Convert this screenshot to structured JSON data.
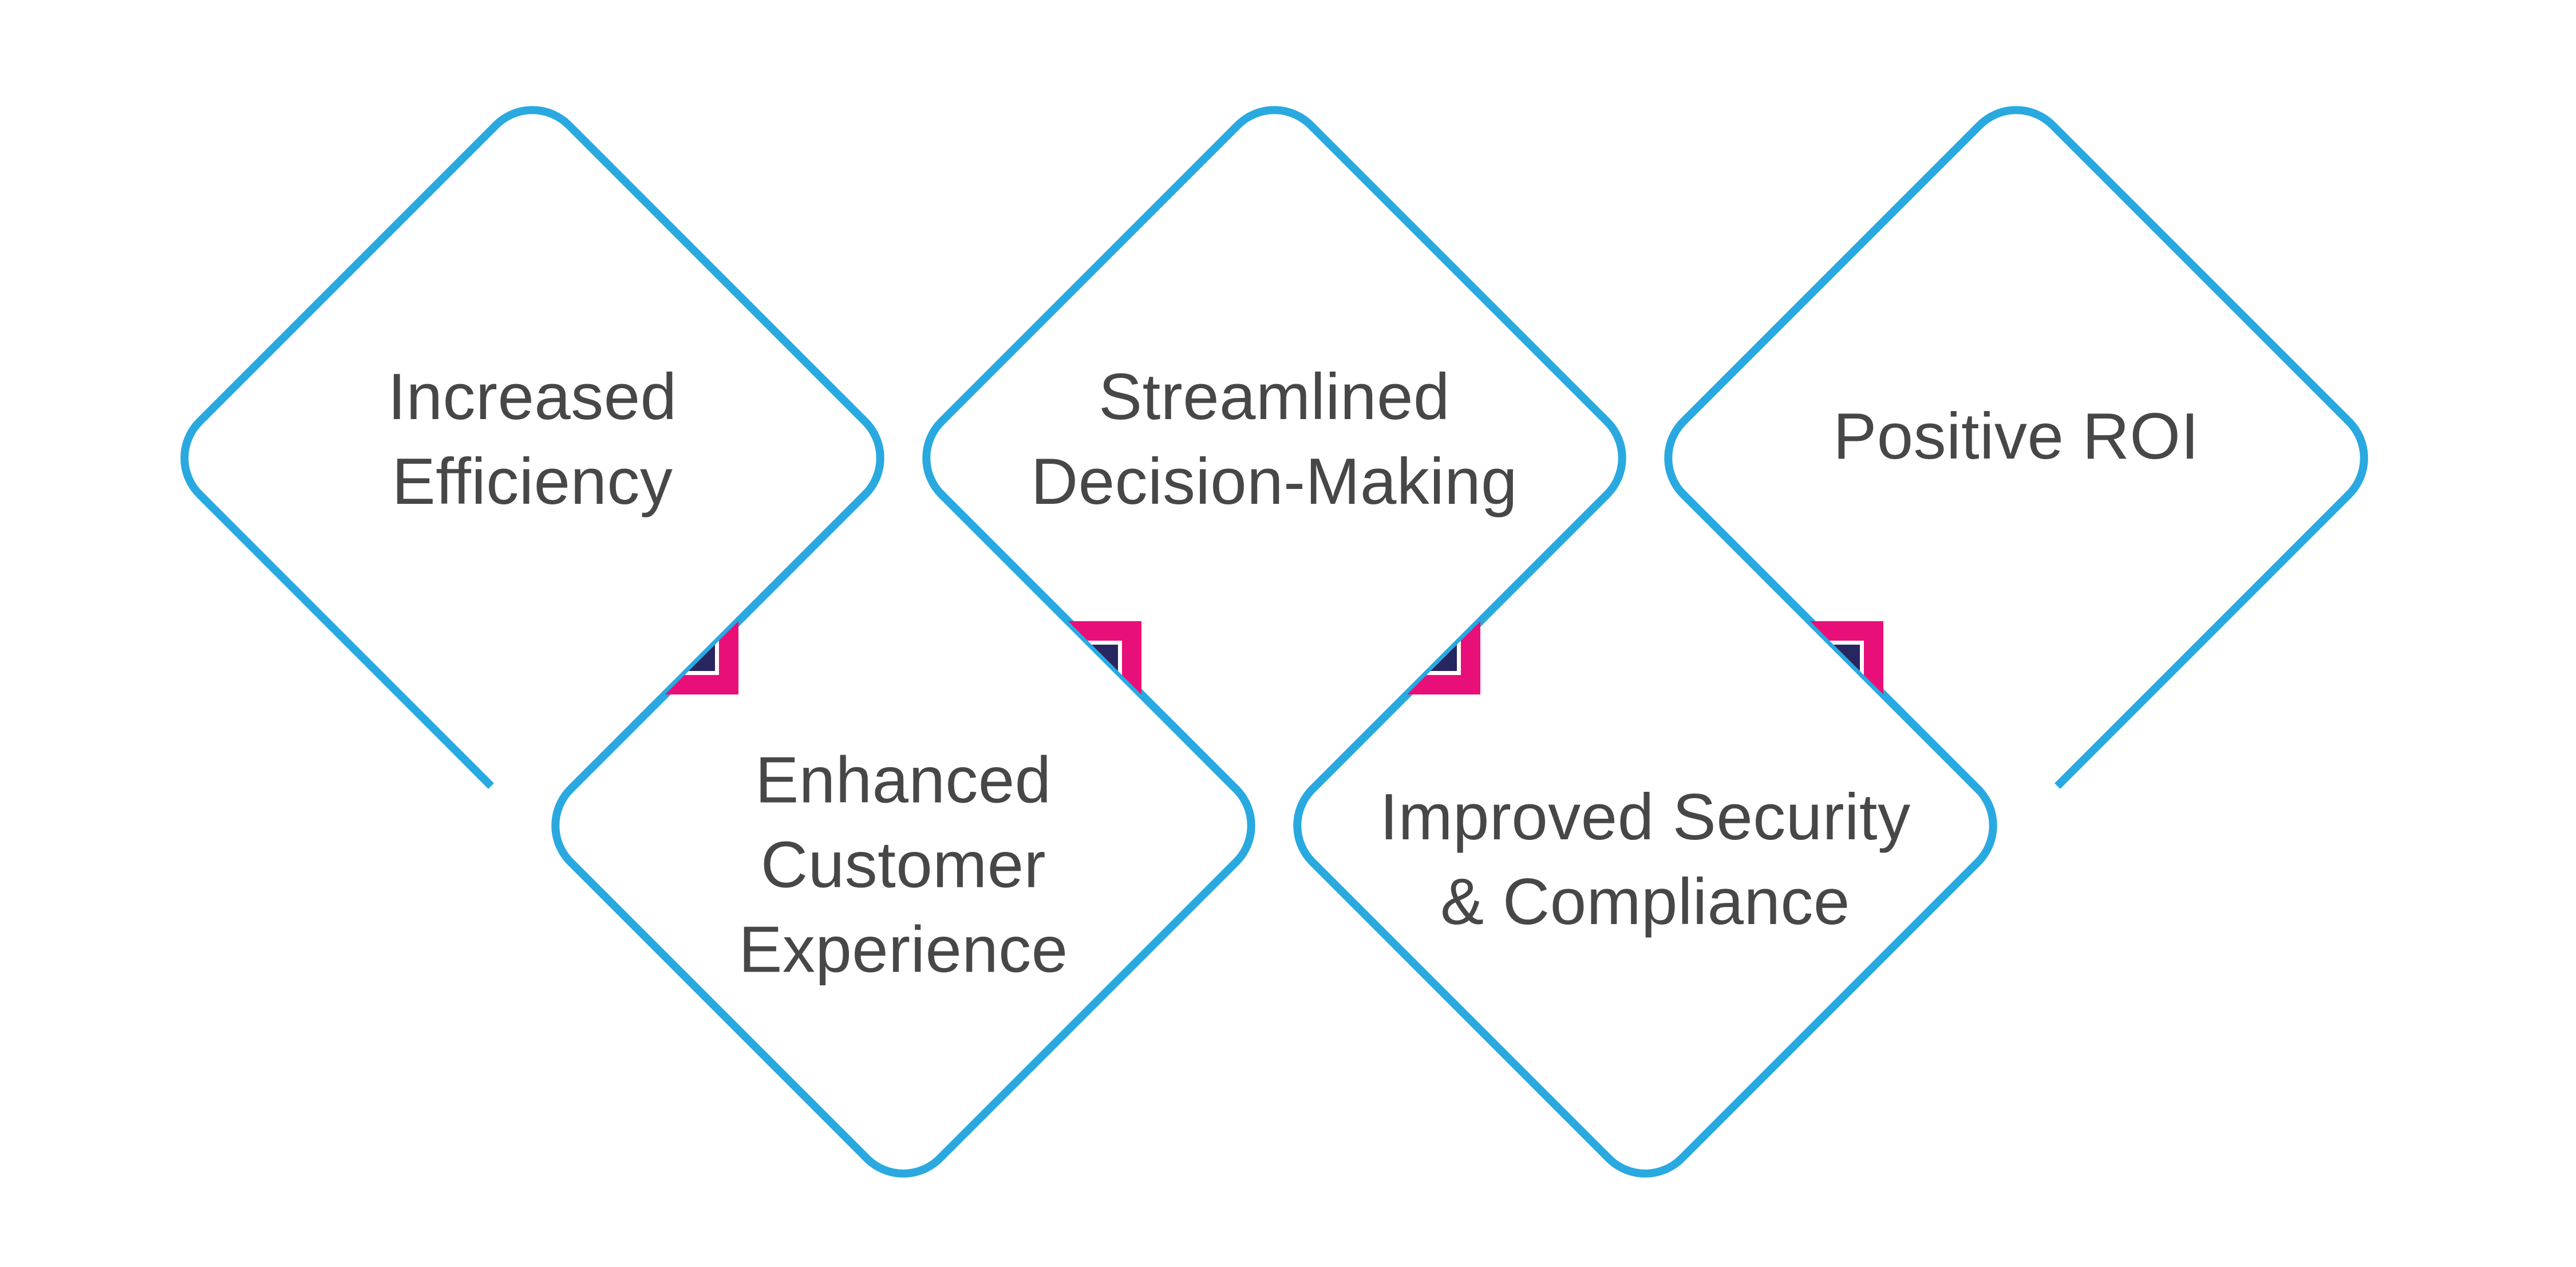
{
  "diagram": {
    "kind": "diamond-chain-infographic",
    "theme": {
      "outline_blue": "#29A9E0",
      "marker_pink": "#E90F79",
      "marker_navy": "#282660",
      "label_gray": "#474747",
      "background": "#FFFFFF"
    },
    "nodes": [
      {
        "id": "increased-efficiency",
        "row": "top",
        "label_lines": [
          "Increased",
          "Efficiency"
        ]
      },
      {
        "id": "enhanced-customer-experience",
        "row": "bottom",
        "label_lines": [
          "Enhanced",
          "Customer",
          "Experience"
        ]
      },
      {
        "id": "streamlined-decision-making",
        "row": "top",
        "label_lines": [
          "Streamlined",
          "Decision-Making"
        ]
      },
      {
        "id": "improved-security-compliance",
        "row": "bottom",
        "label_lines": [
          "Improved Security",
          "& Compliance"
        ]
      },
      {
        "id": "positive-roi",
        "row": "top",
        "label_lines": [
          "Positive ROI"
        ]
      }
    ],
    "markers": {
      "count": 4,
      "description": "pink folded-corner square marker with navy inner square, sitting on the shared diamond edges"
    }
  }
}
